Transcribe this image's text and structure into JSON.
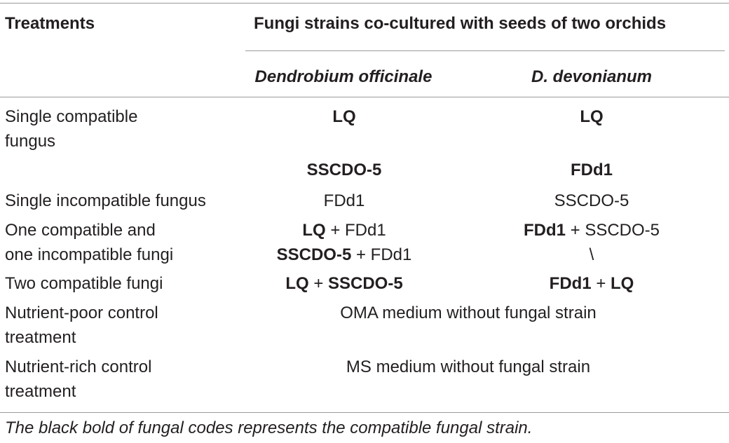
{
  "header": {
    "treatments": "Treatments",
    "fungi_strains": "Fungi strains co-cultured with seeds of two orchids",
    "species_a": "Dendrobium officinale",
    "species_b": "D. devonianum"
  },
  "rows": [
    {
      "label_lines": [
        "Single compatible",
        "fungus"
      ],
      "a": "LQ",
      "b": "LQ"
    },
    {
      "label_lines": [],
      "a": "SSCDO-5",
      "b": "FDd1"
    },
    {
      "label_lines": [
        "Single incompatible fungus"
      ],
      "a": "FDd1",
      "b": "SSCDO-5"
    },
    {
      "label_lines": [
        "One compatible and",
        "one incompatible fungi"
      ],
      "a_line1": {
        "bold": "LQ",
        "plus": "+",
        "normal": "FDd1"
      },
      "a_line2": {
        "bold": "SSCDO-5",
        "plus": "+",
        "normal": "FDd1"
      },
      "b_line1": {
        "bold": "FDd1",
        "plus": "+",
        "normal": "SSCDO-5"
      },
      "b_line2": "\\"
    },
    {
      "label_lines": [
        "Two compatible fungi"
      ],
      "a": {
        "left": "LQ",
        "plus": "+",
        "right": "SSCDO-5"
      },
      "b": {
        "left": "FDd1",
        "plus": "+",
        "right": "LQ"
      }
    },
    {
      "label_lines": [
        "Nutrient-poor control",
        "treatment"
      ],
      "span": "OMA medium without fungal strain"
    },
    {
      "label_lines": [
        "Nutrient-rich control",
        "treatment"
      ],
      "span": "MS medium without fungal strain"
    }
  ],
  "footnote": "The black bold of fungal codes represents the compatible fungal strain."
}
